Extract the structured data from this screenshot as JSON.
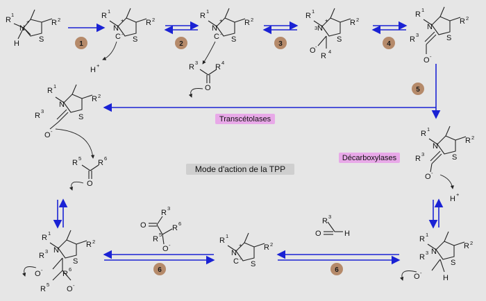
{
  "title": "Mode d'action de la TPP",
  "labels": {
    "transketolases": "Transcétolases",
    "decarboxylases": "Décarboxylases"
  },
  "steps": [
    "1",
    "2",
    "3",
    "4",
    "5",
    "6",
    "6"
  ],
  "atoms": {
    "R": "R",
    "N": "N",
    "S": "S",
    "C": "C",
    "H": "H",
    "O": "O",
    "plus": "+",
    "minus": "-",
    "Hplus": "H"
  },
  "sups": {
    "one": "1",
    "two": "2",
    "three": "3",
    "four": "4",
    "five": "5",
    "six": "6"
  },
  "colors": {
    "arrow": "#1a22d4",
    "step": "#b58a6a",
    "label_bg": "#e8a9e8",
    "background": "#e6e6e6"
  }
}
